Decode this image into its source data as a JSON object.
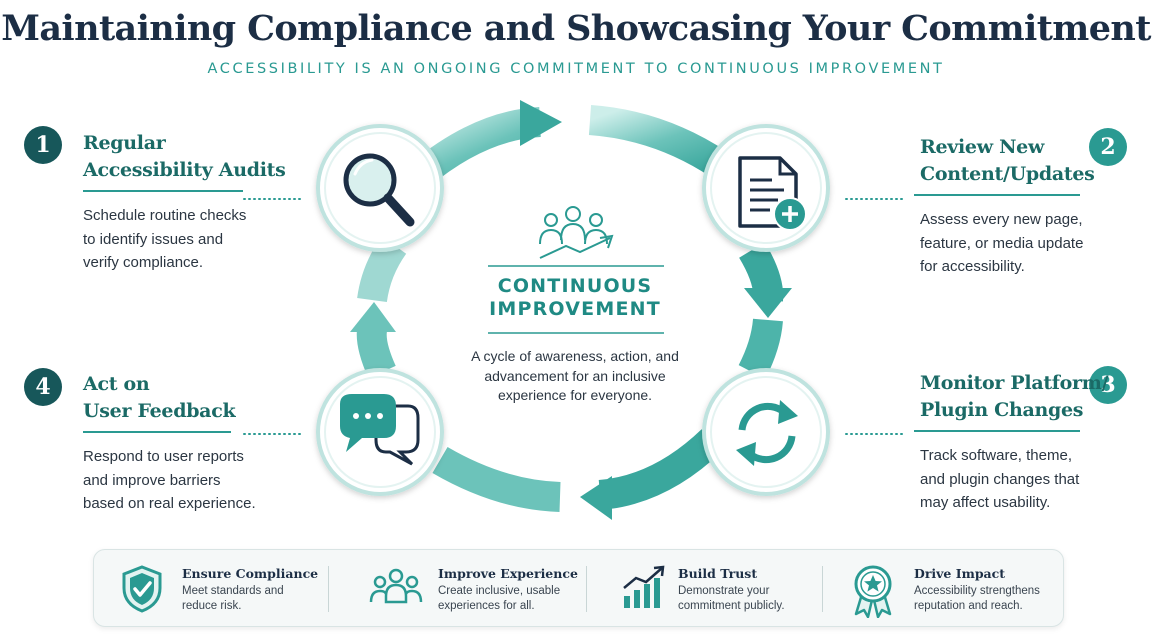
{
  "title": "Maintaining Compliance and Showcasing Your Commitment",
  "subtitle": "ACCESSIBILITY IS AN ONGOING COMMITMENT TO CONTINUOUS IMPROVEMENT",
  "colors": {
    "teal": "#2a9a92",
    "dark_teal": "#17575a",
    "navy": "#1c2e45",
    "light_teal": "#9fd8d2"
  },
  "center": {
    "title_line1": "CONTINUOUS",
    "title_line2": "IMPROVEMENT",
    "desc": "A cycle of awareness, action, and advancement for an inclusive experience for everyone.",
    "icon": "team-growth-icon"
  },
  "steps": [
    {
      "number": "1",
      "title_line1": "Regular",
      "title_line2": "Accessibility Audits",
      "desc_lines": [
        "Schedule routine checks",
        "to identify issues and",
        "verify compliance."
      ],
      "icon": "magnifier-icon"
    },
    {
      "number": "2",
      "title_line1": "Review New",
      "title_line2": "Content/Updates",
      "desc_lines": [
        "Assess every new page,",
        "feature, or media update",
        "for accessibility."
      ],
      "icon": "document-add-icon"
    },
    {
      "number": "3",
      "title_line1": "Monitor Platform/",
      "title_line2": "Plugin Changes",
      "desc_lines": [
        "Track software, theme,",
        "and plugin changes that",
        "may affect usability."
      ],
      "icon": "refresh-icon"
    },
    {
      "number": "4",
      "title_line1": "Act on",
      "title_line2": "User Feedback",
      "desc_lines": [
        "Respond to user reports",
        "and improve barriers",
        "based on real experience."
      ],
      "icon": "chat-bubbles-icon"
    }
  ],
  "benefits": [
    {
      "title": "Ensure Compliance",
      "desc": "Meet standards and reduce risk.",
      "icon": "shield-check-icon"
    },
    {
      "title": "Improve Experience",
      "desc": "Create inclusive, usable experiences for all.",
      "icon": "people-icon"
    },
    {
      "title": "Build Trust",
      "desc": "Demonstrate your commitment publicly.",
      "icon": "growth-chart-icon"
    },
    {
      "title": "Drive Impact",
      "desc": "Accessibility strengthens reputation and reach.",
      "icon": "award-ribbon-icon"
    }
  ]
}
